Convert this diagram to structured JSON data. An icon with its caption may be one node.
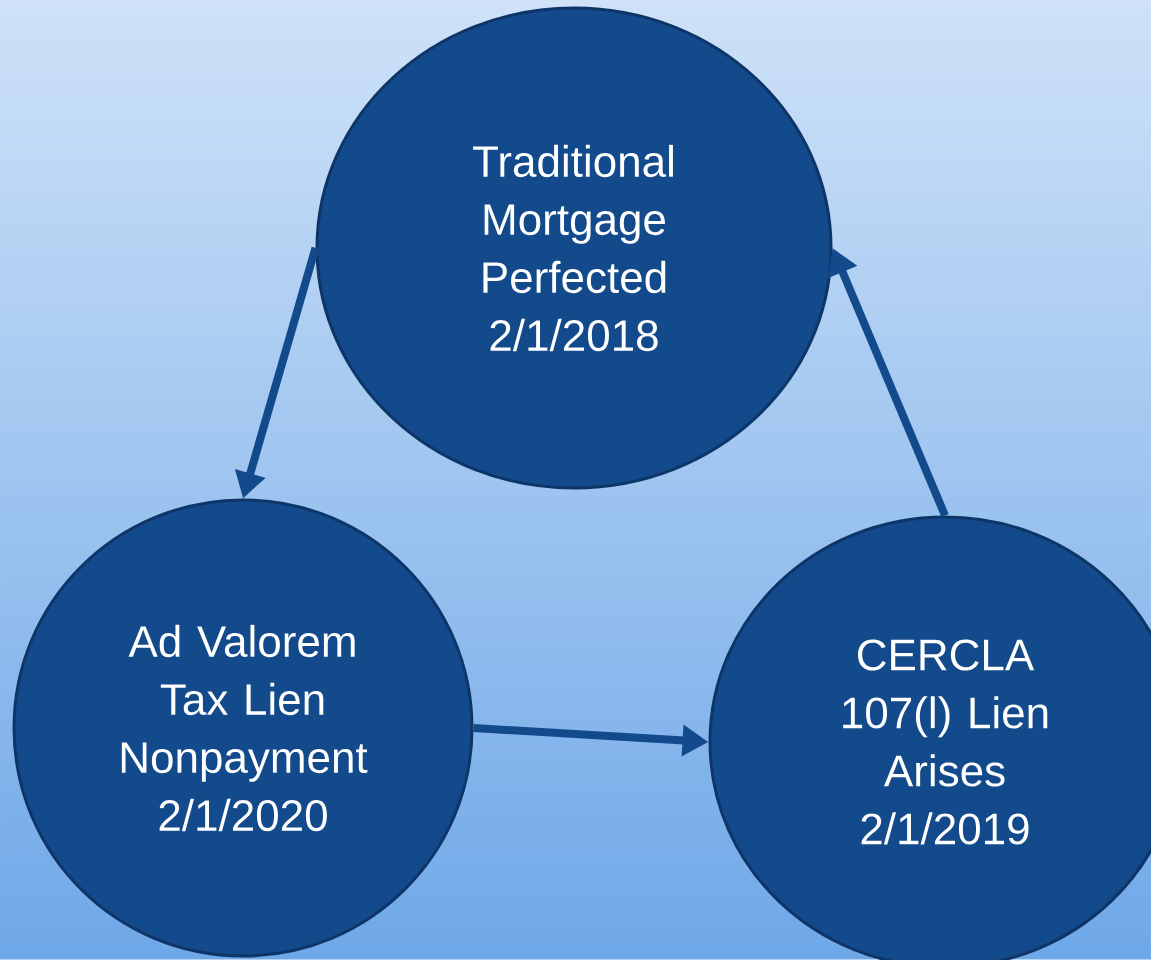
{
  "diagram": {
    "nodes": [
      {
        "text": [
          "Traditional Mortgage Perfected 2/1/2018"
        ]
      },
      {
        "text": [
          "Ad Valorem Tax Lien Nonpayment 2/1/2020"
        ]
      },
      {
        "text": [
          "CERCLA 107(l) Lien Arises 2/1/2019"
        ]
      }
    ],
    "edges": [
      {
        "from": 0,
        "to": 1,
        "arrow": "to"
      },
      {
        "from": 1,
        "to": 2,
        "arrow": "to"
      },
      {
        "from": 2,
        "to": 0,
        "arrow": "to"
      }
    ]
  }
}
